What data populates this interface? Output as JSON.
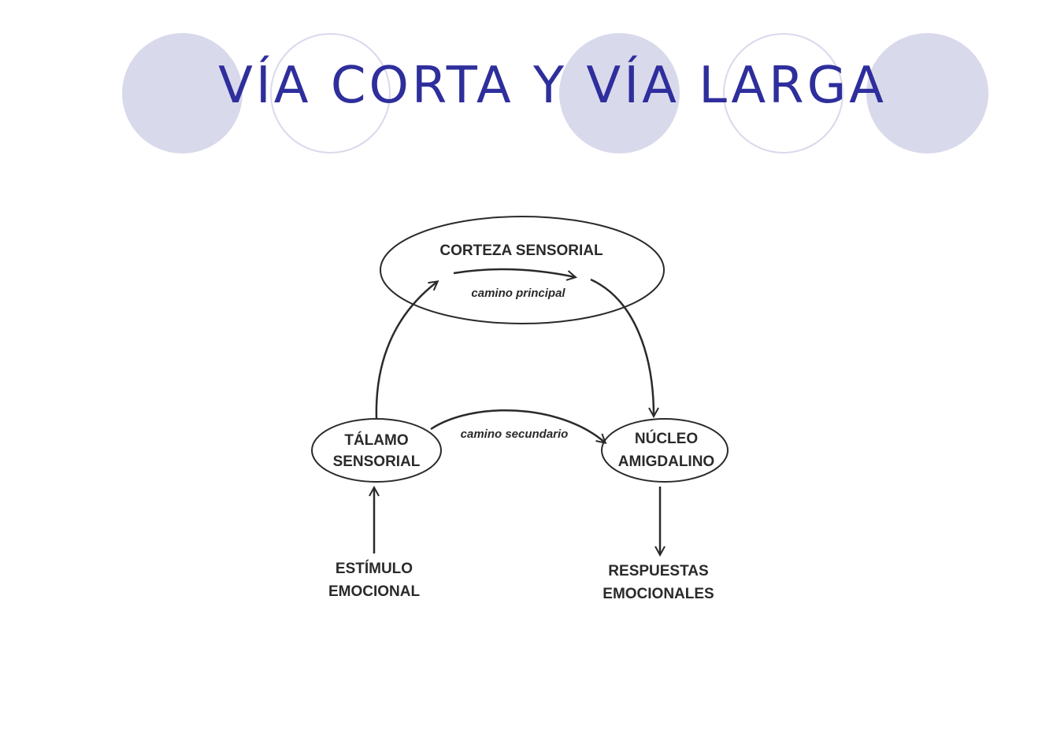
{
  "title": "VÍA CORTA Y VÍA LARGA",
  "colors": {
    "title": "#2e2e9c",
    "decoration": "#d9d9ec",
    "diagram_ink": "#2a2a2a"
  },
  "diagram": {
    "nodes": {
      "cortex": "CORTEZA SENSORIAL",
      "thalamus_line1": "TÁLAMO",
      "thalamus_line2": "SENSORIAL",
      "amygdala_line1": "NÚCLEO",
      "amygdala_line2": "AMIGDALINO",
      "stimulus_line1": "ESTÍMULO",
      "stimulus_line2": "EMOCIONAL",
      "responses_line1": "RESPUESTAS",
      "responses_line2": "EMOCIONALES"
    },
    "edges": {
      "main_path": "camino principal",
      "secondary_path": "camino secundario"
    }
  }
}
